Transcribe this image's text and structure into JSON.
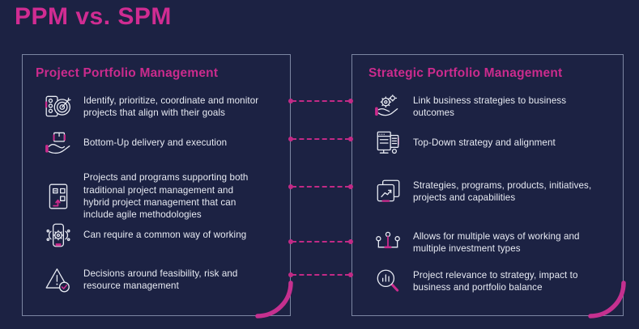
{
  "page": {
    "title": "PPM vs. SPM",
    "background_color": "#1c2243",
    "accent_color": "#cb2b8d",
    "text_color": "#e8ebf3",
    "panel_border_color": "#9ca8c1"
  },
  "left_panel": {
    "title": "Project Portfolio Management",
    "items": [
      {
        "icon": "target-checklist-icon",
        "text": "Identify, prioritize, coordinate and monitor projects that align with their goals"
      },
      {
        "icon": "hand-box-icon",
        "text": "Bottom-Up delivery and execution"
      },
      {
        "icon": "kanban-board-icon",
        "text": "Projects and programs supporting both traditional project management and hybrid project management that can include agile methodologies"
      },
      {
        "icon": "gear-sync-icon",
        "text": "Can require a common way of working"
      },
      {
        "icon": "risk-warning-icon",
        "text": "Decisions around feasibility, risk and resource management"
      }
    ]
  },
  "right_panel": {
    "title": "Strategic Portfolio Management",
    "items": [
      {
        "icon": "hand-gears-icon",
        "text": "Link business strategies to business outcomes"
      },
      {
        "icon": "monitor-stack-icon",
        "text": "Top-Down strategy and alignment"
      },
      {
        "icon": "chart-cards-icon",
        "text": "Strategies, programs, products, initiatives, projects and capabilities"
      },
      {
        "icon": "branch-nodes-icon",
        "text": "Allows for multiple ways of working and multiple investment types"
      },
      {
        "icon": "magnifier-chart-icon",
        "text": "Project relevance to strategy, impact to business and portfolio balance"
      }
    ]
  },
  "connectors": {
    "count": 5,
    "style": "dashed",
    "color": "#c22a86"
  }
}
